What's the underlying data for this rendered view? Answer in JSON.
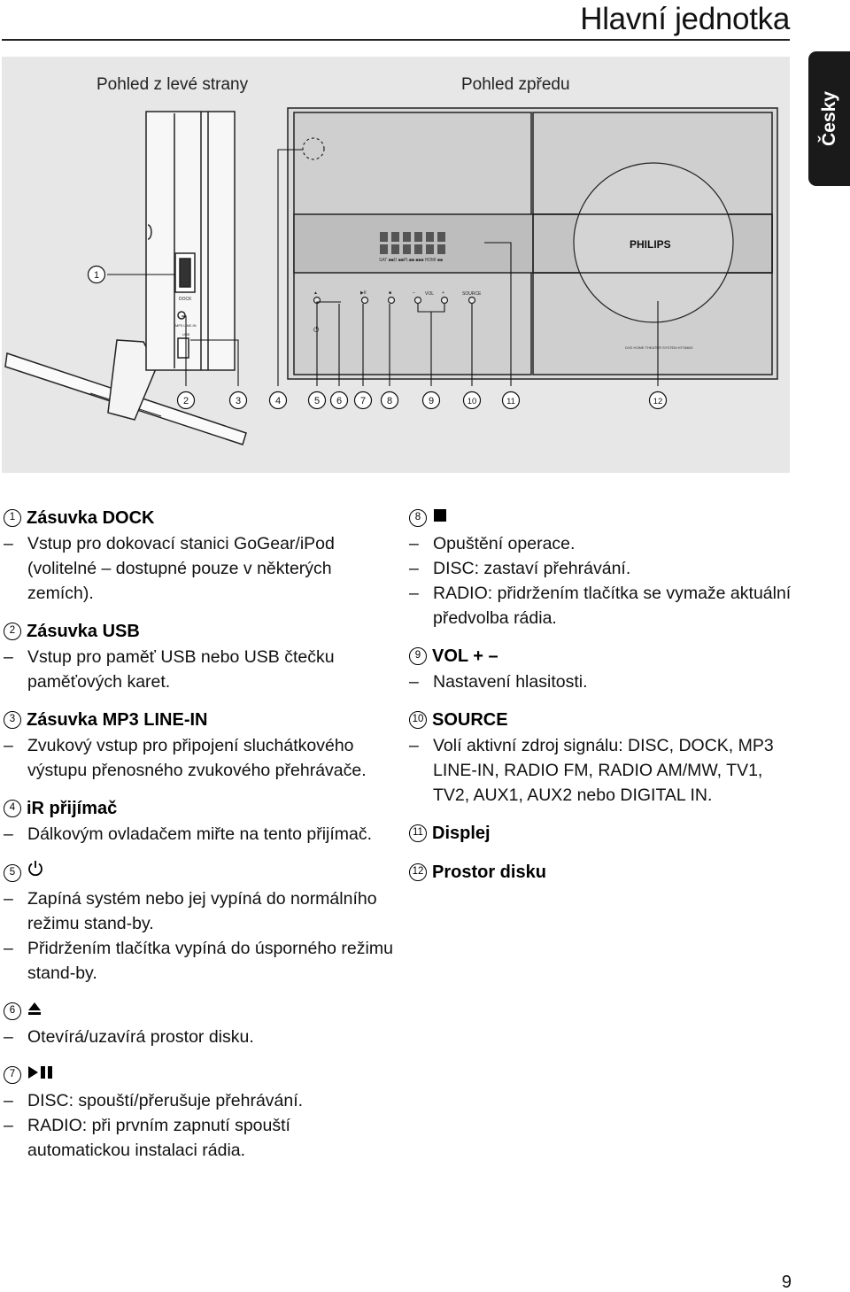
{
  "header": {
    "title": "Hlavní jednotka",
    "language_tab": "Česky"
  },
  "figure": {
    "left_label": "Pohled z levé strany",
    "front_label": "Pohled zpředu",
    "side_labels": [
      "DOCK",
      "MP3 LINE-IN",
      "USB"
    ],
    "front_labels": {
      "brand": "PHILIPS",
      "vol": "VOL",
      "source": "SOURCE",
      "indicators": "SAT ■■D ■■PL■■ ■■■ HDMI ■■",
      "model": "DVD HOME THEATER SYSTEM HTS6600"
    },
    "callouts": [
      "1",
      "2",
      "3",
      "4",
      "5",
      "6",
      "7",
      "8",
      "9",
      "10",
      "11",
      "12"
    ]
  },
  "items_left": [
    {
      "n": "1",
      "title": "Zásuvka DOCK",
      "lines": [
        "Vstup pro dokovací stanici GoGear/iPod (volitelné – dostupné pouze v některých zemích)."
      ]
    },
    {
      "n": "2",
      "title": "Zásuvka USB",
      "lines": [
        "Vstup pro paměť USB nebo USB čtečku paměťových karet."
      ]
    },
    {
      "n": "3",
      "title": "Zásuvka MP3 LINE-IN",
      "lines": [
        "Zvukový vstup pro připojení sluchátkového výstupu přenosného zvukového přehrávače."
      ]
    },
    {
      "n": "4",
      "title": "iR přijímač",
      "lines": [
        "Dálkovým ovladačem miřte na tento přijímač."
      ]
    },
    {
      "n": "5",
      "title": "",
      "icon": "power-icon",
      "lines": [
        "Zapíná systém nebo jej vypíná do normálního režimu stand-by.",
        "Přidržením tlačítka vypíná do úsporného režimu stand-by."
      ]
    },
    {
      "n": "6",
      "title": "",
      "icon": "eject-icon",
      "lines": [
        "Otevírá/uzavírá prostor disku."
      ]
    },
    {
      "n": "7",
      "title": "",
      "icon": "play-pause-icon",
      "lines": [
        "DISC: spouští/přerušuje přehrávání.",
        "RADIO: při prvním zapnutí spouští automatickou instalaci rádia."
      ]
    }
  ],
  "items_right": [
    {
      "n": "8",
      "title": "",
      "icon": "stop-icon",
      "lines": [
        "Opuštění operace.",
        "DISC: zastaví přehrávání.",
        "RADIO: přidržením tlačítka se vymaže aktuální předvolba rádia."
      ]
    },
    {
      "n": "9",
      "title": "VOL + –",
      "lines": [
        "Nastavení hlasitosti."
      ]
    },
    {
      "n": "10",
      "title": "SOURCE",
      "lines": [
        "Volí aktivní zdroj signálu: DISC, DOCK, MP3 LINE-IN, RADIO FM, RADIO AM/MW, TV1, TV2, AUX1, AUX2 nebo DIGITAL IN."
      ]
    },
    {
      "n": "11",
      "title": "Displej",
      "lines": []
    },
    {
      "n": "12",
      "title": "Prostor disku",
      "lines": []
    }
  ],
  "footer": {
    "page_number": "9"
  }
}
